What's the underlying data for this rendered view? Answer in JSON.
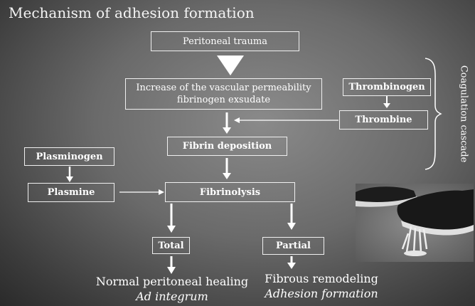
{
  "title": "Mechanism of adhesion formation",
  "nodes": {
    "peritoneal_trauma": "Peritoneal trauma",
    "vascular_permeability": "Increase of the vascular permeability fibrinogen exsudate",
    "thrombinogen": "Thrombinogen",
    "thrombine": "Thrombine",
    "fibrin_deposition": "Fibrin deposition",
    "plasminogen": "Plasminogen",
    "plasmine": "Plasmine",
    "fibrinolysis": "Fibrinolysis",
    "total": "Total",
    "partial": "Partial"
  },
  "outcomes": {
    "left_main": "Normal peritoneal healing",
    "left_sub": "Ad integrum",
    "right_main": "Fibrous remodeling",
    "right_sub": "Adhesion formation"
  },
  "side_label": "Coagulation cascade",
  "colors": {
    "box_border": "#f0f0f0",
    "arrow": "#ffffff",
    "text": "#ffffff"
  }
}
